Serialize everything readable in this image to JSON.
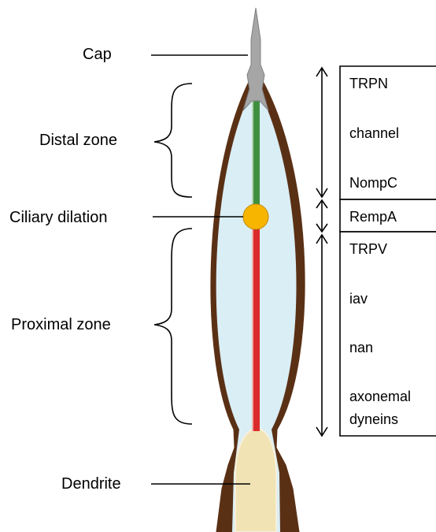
{
  "labels": {
    "cap": "Cap",
    "distal_zone": "Distal zone",
    "ciliary_dilation": "Ciliary dilation",
    "proximal_zone": "Proximal zone",
    "dendrite": "Dendrite"
  },
  "boxes": {
    "distal": [
      "TRPN",
      "channel",
      "NompC"
    ],
    "dilation": [
      "RempA"
    ],
    "proximal": [
      "TRPV",
      "iav",
      "nan",
      "axonemal",
      "dyneins"
    ]
  },
  "colors": {
    "outline": "#5a3015",
    "lumen": "#daeef5",
    "cap": "#a6a6a6",
    "distal_cilium": "#3f8f3f",
    "proximal_cilium": "#d92b2b",
    "dilation": "#f7b500",
    "dendrite": "#f1e3b4",
    "line": "#000000"
  }
}
